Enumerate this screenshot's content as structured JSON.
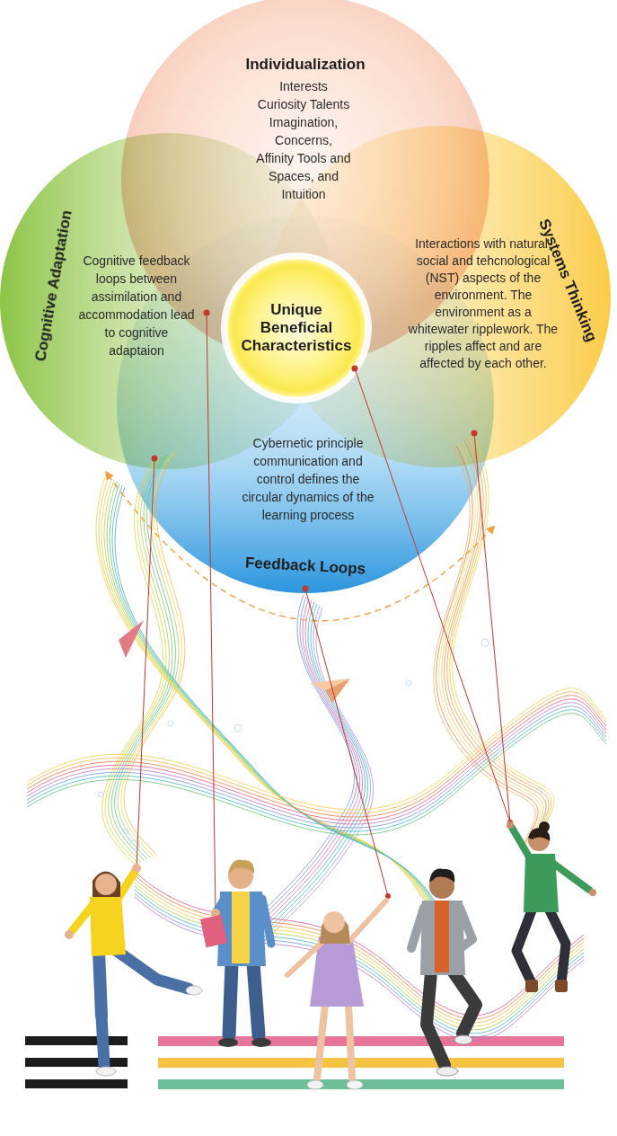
{
  "diagram": {
    "nodes": [
      {
        "text": [
          "Individualization",
          "Interests Curiosity Talents Imagination, Concerns, Affinity Tools and Spaces, and Intuition"
        ]
      },
      {
        "text": [
          "Cognitive Adaptation",
          "Cognitive feedback loops between assimilation and accommodation lead to cognitive adaptaion"
        ]
      },
      {
        "text": [
          "Systems Thinking",
          "Interactions with natural, social and tehcnological (NST) aspects of the environment. The environment as a whitewater ripplework. The ripples affect and are affected by each other."
        ]
      },
      {
        "text": [
          "Feedback Loops",
          "Cybernetic principle communication and control defines the circular dynamics of the learning process"
        ]
      },
      {
        "text": [
          "Unique Beneficial Characteristics"
        ]
      }
    ]
  }
}
